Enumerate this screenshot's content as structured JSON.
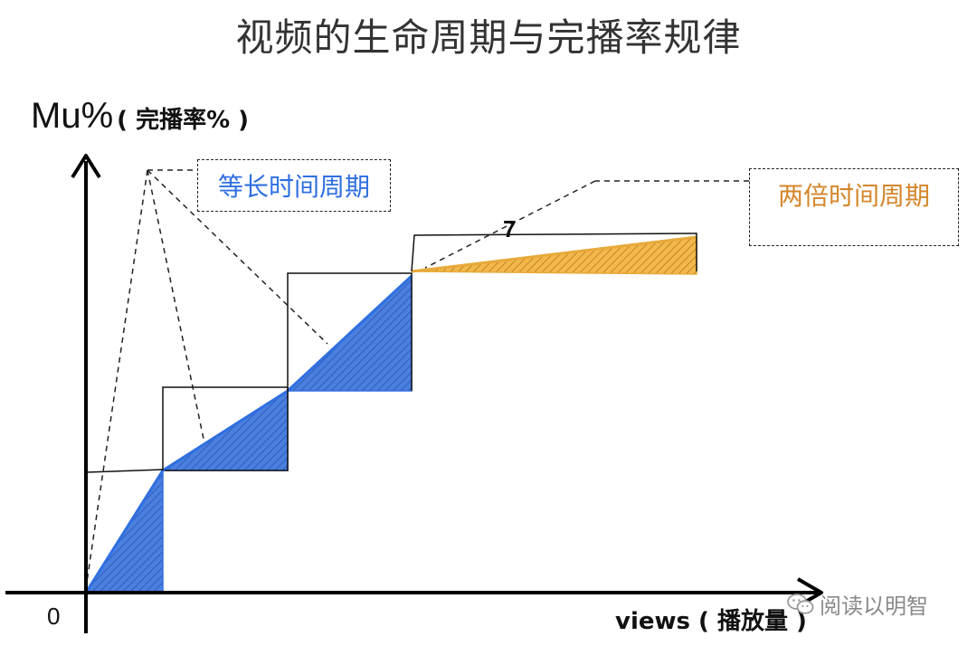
{
  "title": "视频的生命周期与完播率规律",
  "axes": {
    "y_label": "Mu%",
    "y_label_sub": "( 完播率% )",
    "x_label": "views ( 播放量 )",
    "origin": "0"
  },
  "legend": {
    "equal_period": "等长时间周期",
    "double_period": "两倍时间周期"
  },
  "annotation_mark": "7",
  "watermark": "阅读以明智",
  "colors": {
    "blue_fill": "#4a7fe0",
    "blue_line": "#2f6fe0",
    "orange_fill": "#f2b84b",
    "orange_text": "#d4862a",
    "axis": "#000000"
  },
  "icons": [
    "wechat-icon"
  ]
}
